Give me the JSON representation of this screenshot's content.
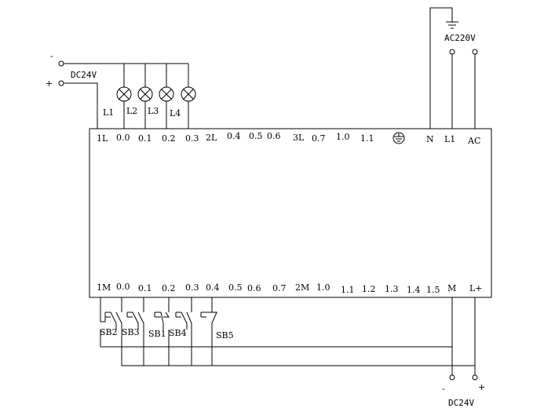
{
  "power_in": {
    "dc_label": "DC24V",
    "dc_minus": "-",
    "dc_plus": "+",
    "ac_label": "AC220V"
  },
  "lamps": [
    "L1",
    "L2",
    "L3",
    "L4"
  ],
  "top_terminals": [
    "1L",
    "0.0",
    "0.1",
    "0.2",
    "0.3",
    "2L",
    "0.4",
    "0.5",
    "0.6",
    "3L",
    "0.7",
    "1.0",
    "1.1",
    "N",
    "L1",
    "AC"
  ],
  "bottom_terminals": [
    "1M",
    "0.0",
    "0.1",
    "0.2",
    "0.3",
    "0.4",
    "0.5",
    "0.6",
    "0.7",
    "2M",
    "1.0",
    "1.1",
    "1.2",
    "1.3",
    "1.4",
    "1.5",
    "M",
    "L+"
  ],
  "switches": [
    "SB2",
    "SB3",
    "SB1",
    "SB4",
    "SB5"
  ],
  "power_out": {
    "dc_label": "DC24V",
    "dc_minus": "-",
    "dc_plus": "+"
  },
  "ground_icon": "earth-ground-icon",
  "colors": {
    "line": "#000000",
    "background": "#ffffff"
  }
}
